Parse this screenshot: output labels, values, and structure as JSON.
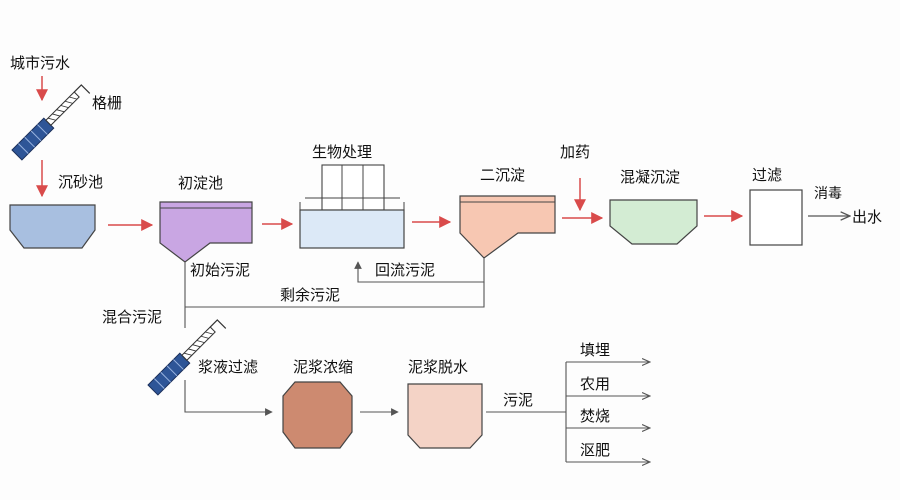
{
  "labels": {
    "city_sewage": "城市污水",
    "screen": "格栅",
    "grit_chamber": "沉砂池",
    "primary_clarifier": "初淀池",
    "biological_treatment": "生物处理",
    "secondary_clarifier": "二沉淀",
    "add_chemicals": "加药",
    "coag_sedimentation": "混凝沉淀",
    "filtration": "过滤",
    "disinfection": "消毒",
    "effluent": "出水",
    "primary_sludge": "初始污泥",
    "return_sludge": "回流污泥",
    "excess_sludge": "剩余污泥",
    "mixed_sludge": "混合污泥",
    "slurry_filtration": "浆液过滤",
    "sludge_thickening": "泥浆浓缩",
    "sludge_dewatering": "泥浆脱水",
    "sludge": "污泥"
  },
  "disposal": [
    "填埋",
    "农用",
    "焚烧",
    "沤肥"
  ],
  "colors": {
    "arrow": "#d94b4b",
    "line": "#8a8a8a",
    "grit": "#a8bfe0",
    "primary": "#c9a6e3",
    "bio": "#dce9f7",
    "secondary": "#f7c7b2",
    "coag": "#d3ecd3",
    "thickener": "#cd8a70",
    "dewater": "#f4d3c6",
    "screen_blue": "#2e5597"
  }
}
